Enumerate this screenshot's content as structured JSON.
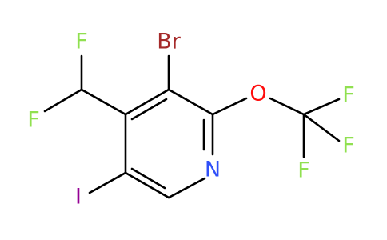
{
  "molecule": {
    "atoms": [
      {
        "id": "br",
        "label": "Br",
        "color": "#a52a2a"
      },
      {
        "id": "o",
        "label": "O",
        "color": "#ff0d0d"
      },
      {
        "id": "n",
        "label": "N",
        "color": "#3050f8"
      },
      {
        "id": "i",
        "label": "I",
        "color": "#940094"
      },
      {
        "id": "f1",
        "label": "F",
        "color": "#90e050"
      },
      {
        "id": "f2",
        "label": "F",
        "color": "#90e050"
      },
      {
        "id": "f3",
        "label": "F",
        "color": "#90e050"
      },
      {
        "id": "f4",
        "label": "F",
        "color": "#90e050"
      },
      {
        "id": "f5",
        "label": "F",
        "color": "#90e050"
      }
    ],
    "bond_color": "#000000"
  }
}
